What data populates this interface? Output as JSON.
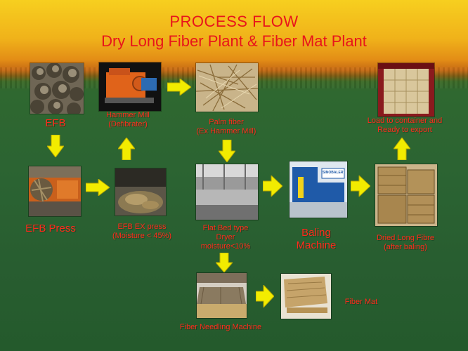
{
  "title": {
    "line1": "PROCESS FLOW",
    "line2": "Dry Long Fiber Plant & Fiber Mat Plant"
  },
  "steps": {
    "efb": "EFB",
    "hammer_mill": [
      "Hammer Mill",
      "(Defibrater)"
    ],
    "palm_fiber": [
      "Palm fiber",
      "(Ex Hammer Mill)"
    ],
    "container": [
      "Load to container and",
      "Ready to export"
    ],
    "efb_press": "EFB Press",
    "efb_ex_press": [
      "EFB EX press",
      "(Moisture < 45%)"
    ],
    "dryer": [
      "Flat Bed type",
      "Dryer",
      "moisture<10%"
    ],
    "baling": [
      "Baling",
      "Machine"
    ],
    "dried_fibre": [
      "Dried Long Fibre",
      "(after baling)"
    ],
    "needling": "Fiber Needling Machine",
    "fiber_mat": "Fiber Mat"
  },
  "logos": {
    "baler": "SINOBALER"
  },
  "colors": {
    "title": "#e8151b",
    "label": "#ff2b1c",
    "arrow": "#f2ec00"
  },
  "icons": [
    "arrow-right-icon",
    "arrow-up-icon",
    "arrow-down-icon"
  ]
}
